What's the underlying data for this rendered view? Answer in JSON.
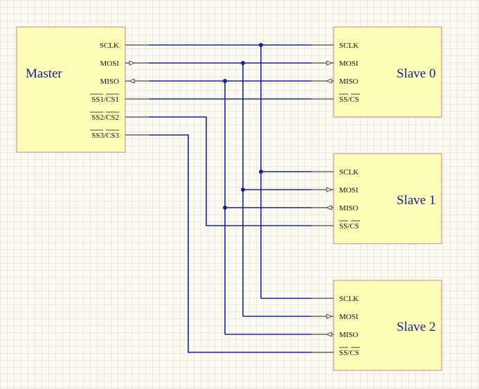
{
  "master": {
    "name": "Master",
    "pins": {
      "sclk": "SCLK",
      "mosi": "MOSI",
      "miso": "MISO",
      "ss1_a": "SS1",
      "ss1_sep": "/",
      "ss1_b": "CS1",
      "ss2_a": "SS2",
      "ss2_sep": "/",
      "ss2_b": "CS2",
      "ss3_a": "SS3",
      "ss3_sep": "/",
      "ss3_b": "CS3"
    }
  },
  "slaves": [
    {
      "name": "Slave 0",
      "pins": {
        "sclk": "SCLK",
        "mosi": "MOSI",
        "miso": "MISO",
        "ss_a": "SS",
        "ss_sep": "/",
        "ss_b": "CS"
      }
    },
    {
      "name": "Slave 1",
      "pins": {
        "sclk": "SCLK",
        "mosi": "MOSI",
        "miso": "MISO",
        "ss_a": "SS",
        "ss_sep": "/",
        "ss_b": "CS"
      }
    },
    {
      "name": "Slave 2",
      "pins": {
        "sclk": "SCLK",
        "mosi": "MOSI",
        "miso": "MISO",
        "ss_a": "SS",
        "ss_sep": "/",
        "ss_b": "CS"
      }
    }
  ],
  "colors": {
    "wire": "#17228f",
    "block_fill": "#fdfdb8",
    "block_border": "#c1868b"
  }
}
